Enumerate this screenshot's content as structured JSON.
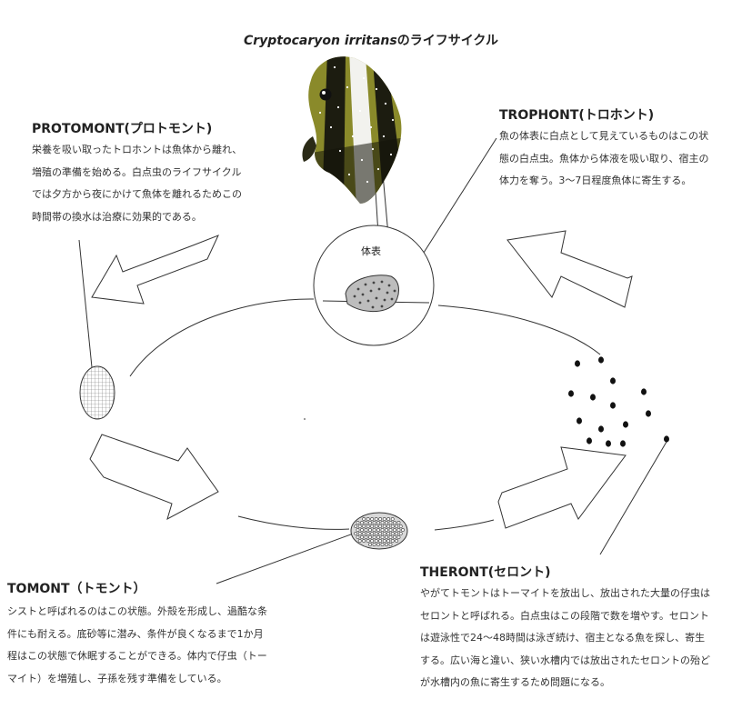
{
  "title": {
    "species": "Cryptocaryon irritans",
    "suffix": "のライフサイクル"
  },
  "body_label": "体表",
  "stages": {
    "protomont": {
      "heading": "PROTOMONT(プロトモント)",
      "lines": [
        "栄養を吸い取ったトロホントは魚体から離れ、",
        "増殖の準備を始める。白点虫のライフサイクル",
        "では夕方から夜にかけて魚体を離れるためこの",
        "時間帯の換水は治療に効果的である。"
      ]
    },
    "trophont": {
      "heading": "TROPHONT(トロホント)",
      "lines": [
        "魚の体表に白点として見えているものはこの状",
        "態の白点虫。魚体から体液を吸い取り、宿主の",
        "体力を奪う。3～7日程度魚体に寄生する。"
      ]
    },
    "tomont": {
      "heading": "TOMONT（トモント）",
      "lines": [
        "シストと呼ばれるのはこの状態。外殻を形成し、過酷な条",
        "件にも耐える。底砂等に潜み、条件が良くなるまで1か月",
        "程はこの状態で休眠することができる。体内で仔虫（トー",
        "マイト）を増殖し、子孫を残す準備をしている。"
      ]
    },
    "theront": {
      "heading": "THERONT(セロント)",
      "lines": [
        "やがてトモントはトーマイトを放出し、放出された大量の仔虫は",
        "セロントと呼ばれる。白点虫はこの段階で数を増やす。セロント",
        "は遊泳性で24～48時間は泳ぎ続け、宿主となる魚を探し、寄生",
        "する。広い海と違い、狭い水槽内では放出されたセロントの殆ど",
        "が水槽内の魚に寄生するため問題になる。"
      ]
    }
  },
  "colors": {
    "line": "#333333",
    "fish_body": "#8a8a2a",
    "fish_stripe": "#f2f2ee",
    "fish_dark": "#1c1c10"
  }
}
